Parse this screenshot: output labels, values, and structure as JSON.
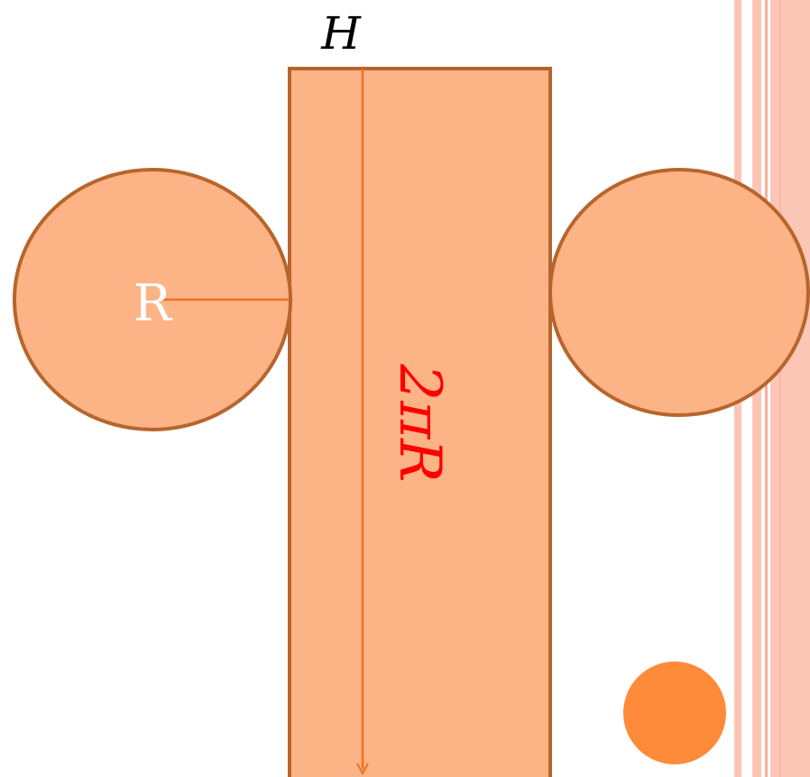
{
  "diagram": {
    "labels": {
      "height": "H",
      "radius": "R",
      "circumference": "2πR"
    },
    "colors": {
      "shape_fill": "#fcb386",
      "shape_stroke": "#b8652c",
      "measure_line": "#f07020",
      "circumference_text": "#ff0000",
      "radius_text": "#ffffff",
      "height_text": "#000000",
      "dot": "#fd8b3a",
      "side_stripes": [
        "#fec5b4",
        "#fdae98",
        "#fcd0c2"
      ]
    },
    "parts": [
      "left-circle-base",
      "lateral-rectangle",
      "right-circle-base"
    ]
  }
}
